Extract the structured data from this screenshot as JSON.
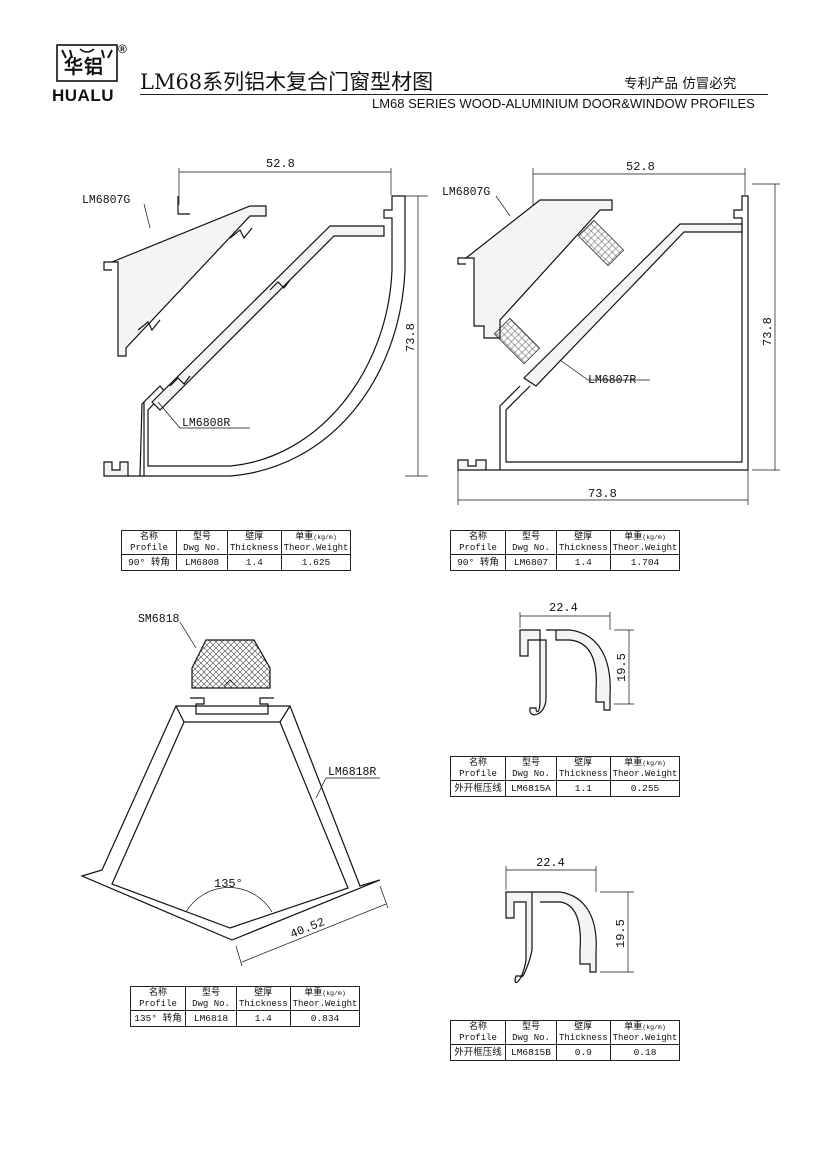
{
  "header": {
    "logo_cn": "华铝",
    "logo_en": "HUALU",
    "registered_mark": "®",
    "title_cn": "LM68系列铝木复合门窗型材图",
    "patent_note": "专利产品 仿冒必究",
    "title_en": "LM68 SERIES WOOD-ALUMINIUM DOOR&WINDOW PROFILES"
  },
  "table_headers": {
    "profile_cn": "名称",
    "profile_en": "Profile",
    "dwg_cn": "型号",
    "dwg_en": "Dwg No.",
    "thick_cn": "壁厚",
    "thick_en": "Thickness",
    "weight_cn": "单重",
    "weight_unit": "(kg/m)",
    "weight_en": "Theor.Weight"
  },
  "drawings": {
    "d1": {
      "width_dim": "52.8",
      "height_dim": "73.8",
      "part_top": "LM6807G",
      "part_main": "LM6808R"
    },
    "d2": {
      "width_dim": "52.8",
      "height_dim": "73.8",
      "bottom_dim": "73.8",
      "part_top": "LM6807G",
      "part_main": "LM6807R"
    },
    "d3": {
      "part_top": "SM6818",
      "part_main": "LM6818R",
      "angle": "135°",
      "length_dim": "40.52"
    },
    "d4": {
      "width_dim": "22.4",
      "height_dim": "19.5"
    },
    "d5": {
      "width_dim": "22.4",
      "height_dim": "19.5"
    }
  },
  "specs": {
    "t1": {
      "profile": "90° 转角",
      "dwg": "LM6808",
      "thickness": "1.4",
      "weight": "1.625"
    },
    "t2": {
      "profile": "90° 转角",
      "dwg": "LM6807",
      "thickness": "1.4",
      "weight": "1.704"
    },
    "t3": {
      "profile": "135° 转角",
      "dwg": "LM6818",
      "thickness": "1.4",
      "weight": "0.834"
    },
    "t4": {
      "profile": "外开框压线",
      "dwg": "LM6815A",
      "thickness": "1.1",
      "weight": "0.255"
    },
    "t5": {
      "profile": "外开框压线",
      "dwg": "LM6815B",
      "thickness": "0.9",
      "weight": "0.18"
    }
  },
  "colors": {
    "ink": "#111111",
    "profile_fill": "#f4f4f4"
  }
}
